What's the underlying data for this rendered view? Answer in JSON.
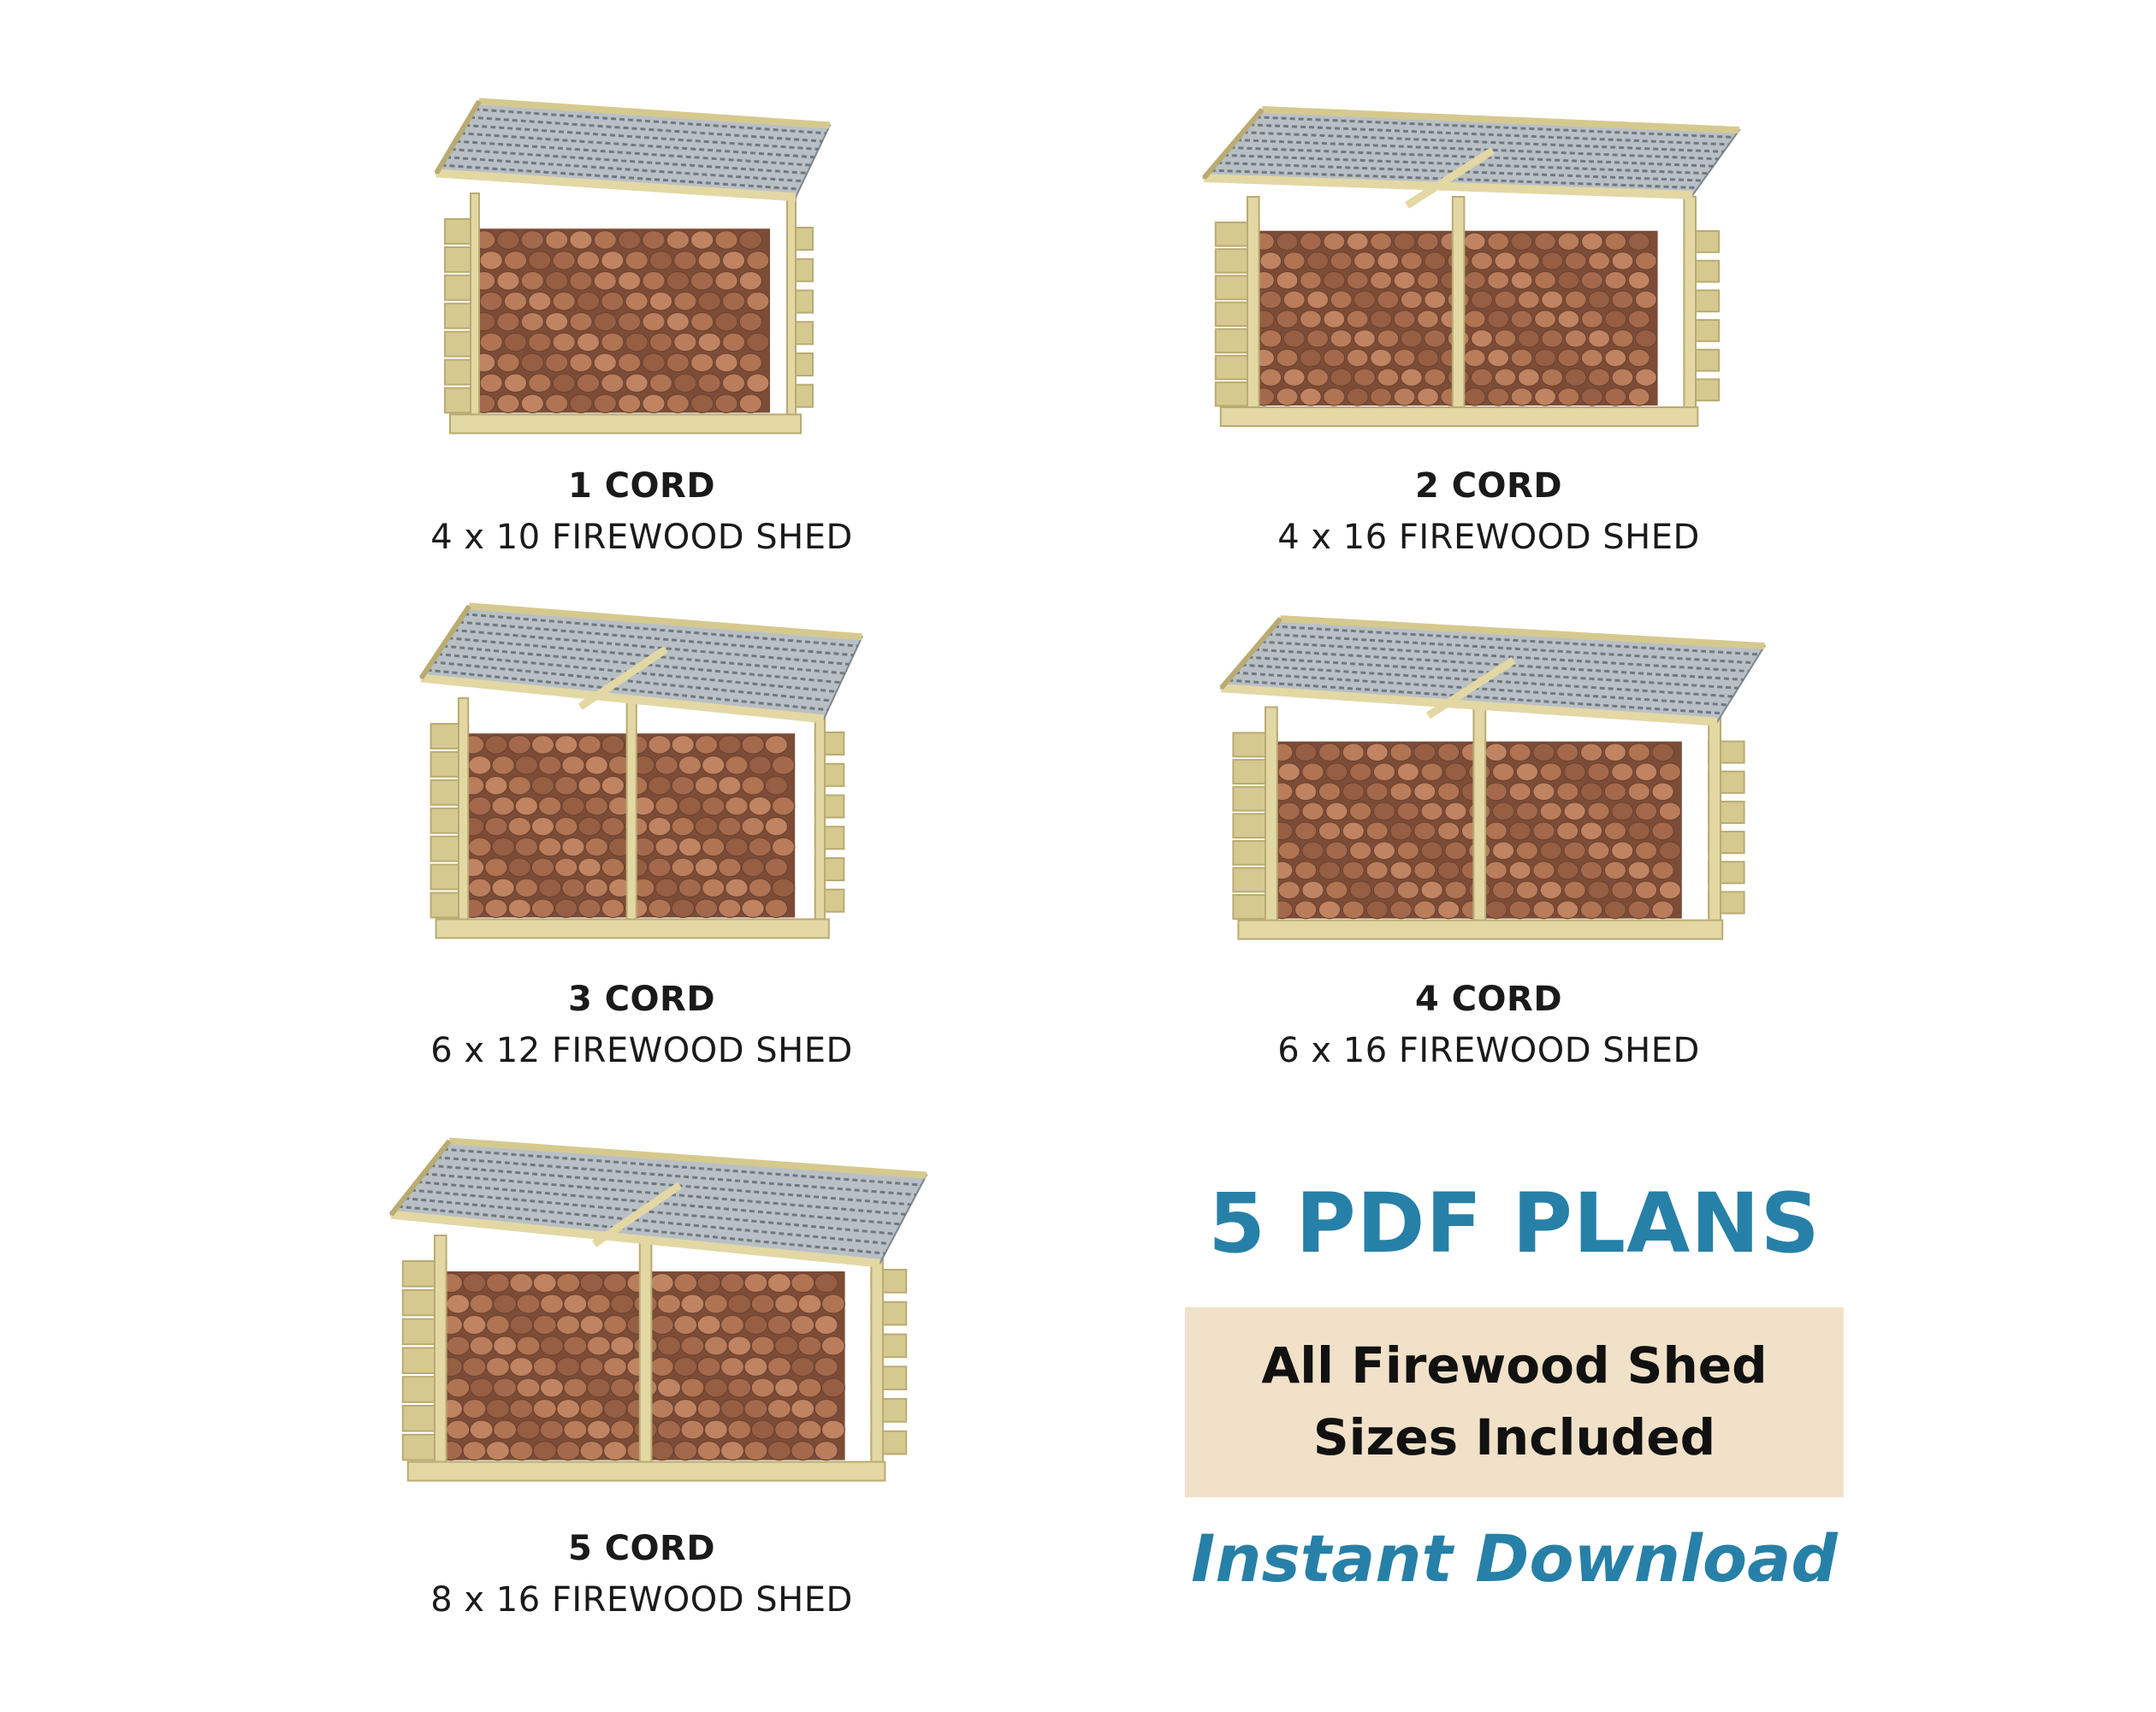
{
  "sheds": [
    {
      "cord": "1 CORD",
      "size": "4 x 10 FIREWOOD SHED"
    },
    {
      "cord": "2 CORD",
      "size": "4 x 16 FIREWOOD SHED"
    },
    {
      "cord": "3 CORD",
      "size": "6 x 12 FIREWOOD SHED"
    },
    {
      "cord": "4 CORD",
      "size": "6 x 16 FIREWOOD SHED"
    },
    {
      "cord": "5 CORD",
      "size": "8 x 16 FIREWOOD SHED"
    }
  ],
  "promo": {
    "headline": "5 PDF PLANS",
    "box_line1": "All Firewood Shed",
    "box_line2": "Sizes Included",
    "download": "Instant Download"
  },
  "colors": {
    "accent": "#2780a7",
    "box_background": "#f0e1c8",
    "wood": "#e3d7a4",
    "firewood": "#a4694c",
    "roof": "#b8c0c6"
  }
}
